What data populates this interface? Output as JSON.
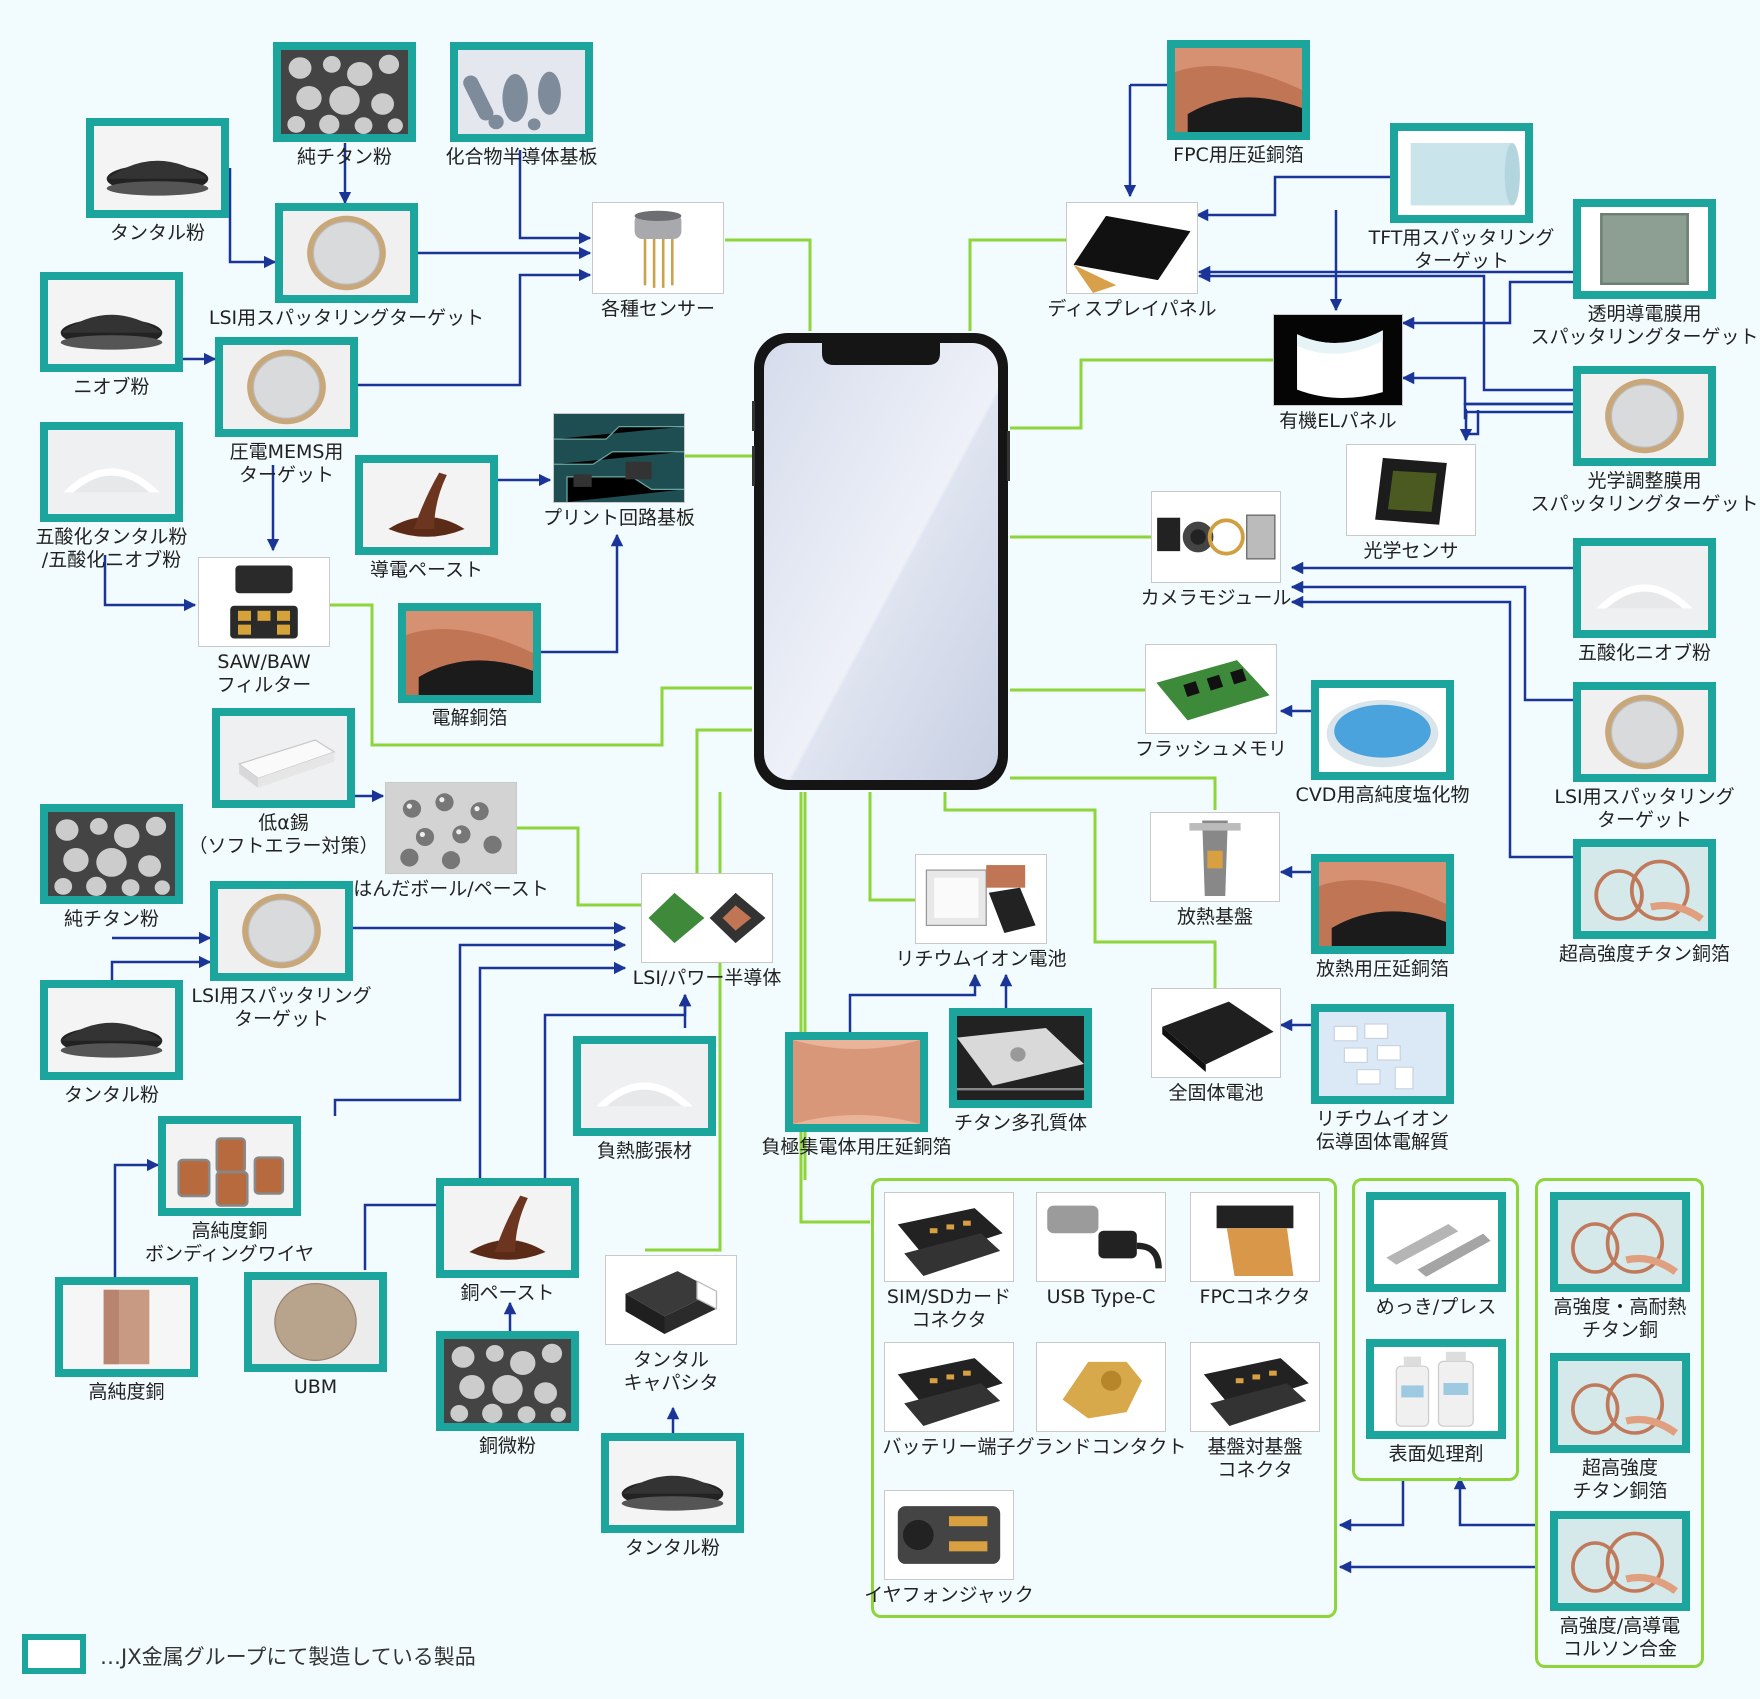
{
  "legend": {
    "text": "…JX金属グループにて製造している製品"
  },
  "colors": {
    "jx_frame": "#1ba59c",
    "flow_arrow": "#1a3597",
    "phone_link": "#8ed53a"
  },
  "nodes": {
    "tantalum_powder_1": {
      "label": "タンタル粉",
      "icon": "powder-dark"
    },
    "pure_titanium_powder_1": {
      "label": "純チタン粉",
      "icon": "powder-granular"
    },
    "compound_semiconductor_substrate": {
      "label": "化合物半導体基板",
      "icon": "wafers"
    },
    "lsi_sputtering_target_1": {
      "label": "LSI用スパッタリングターゲット",
      "icon": "target-disc"
    },
    "various_sensors": {
      "label": "各種センサー",
      "icon": "sensor"
    },
    "niobium_powder": {
      "label": "ニオブ粉",
      "icon": "powder-dark"
    },
    "piezo_mems_target": {
      "label": "圧電MEMS用\nターゲット",
      "icon": "target-disc"
    },
    "tantalum_niobium_pentoxide": {
      "label": "五酸化タンタル粉\n/五酸化ニオブ粉",
      "icon": "powder-white"
    },
    "saw_baw_filter": {
      "label": "SAW/BAW\nフィルター",
      "icon": "chip-package"
    },
    "conductive_paste": {
      "label": "導電ペースト",
      "icon": "paste"
    },
    "printed_circuit_board": {
      "label": "プリント回路基板",
      "icon": "circuit-board"
    },
    "electrolytic_copper_foil": {
      "label": "電解銅箔",
      "icon": "copper-foil"
    },
    "low_alpha_tin": {
      "label": "低α錫\n（ソフトエラー対策）",
      "icon": "tin-ingot"
    },
    "solder_ball_paste": {
      "label": "はんだボール/ペースト",
      "icon": "solder-balls"
    },
    "pure_titanium_powder_2": {
      "label": "純チタン粉",
      "icon": "powder-granular"
    },
    "lsi_sputtering_target_2": {
      "label": "LSI用スパッタリング\nターゲット",
      "icon": "target-disc"
    },
    "lsi_power_semiconductor": {
      "label": "LSI/パワー半導体",
      "icon": "chips"
    },
    "tantalum_powder_2": {
      "label": "タンタル粉",
      "icon": "powder-dark"
    },
    "negative_thermal_expansion": {
      "label": "負熱膨張材",
      "icon": "powder-white"
    },
    "bonding_wire": {
      "label": "高純度銅\nボンディングワイヤ",
      "icon": "copper-spools"
    },
    "high_purity_copper": {
      "label": "高純度銅",
      "icon": "copper-block"
    },
    "ubm": {
      "label": "UBM",
      "icon": "wafer"
    },
    "copper_paste": {
      "label": "銅ペースト",
      "icon": "paste"
    },
    "copper_fine_powder": {
      "label": "銅微粉",
      "icon": "powder-granular"
    },
    "tantalum_capacitor": {
      "label": "タンタル\nキャパシタ",
      "icon": "capacitor"
    },
    "tantalum_powder_3": {
      "label": "タンタル粉",
      "icon": "powder-dark"
    },
    "lithium_ion_battery": {
      "label": "リチウムイオン電池",
      "icon": "battery-roll"
    },
    "anode_rolled_copper_foil": {
      "label": "負極集電体用圧延銅箔",
      "icon": "copper-sheet"
    },
    "titanium_porous": {
      "label": "チタン多孔質体",
      "icon": "porous-sheet"
    },
    "fpc_rolled_copper_foil": {
      "label": "FPC用圧延銅箔",
      "icon": "copper-foil"
    },
    "display_panel": {
      "label": "ディスプレイパネル",
      "icon": "display"
    },
    "tft_sputtering_target": {
      "label": "TFT用スパッタリング\nターゲット",
      "icon": "cylinder-target"
    },
    "transparent_conductive_target": {
      "label": "透明導電膜用\nスパッタリングターゲット",
      "icon": "square-target"
    },
    "organic_el_panel": {
      "label": "有機ELパネル",
      "icon": "oled"
    },
    "optical_adjustment_target": {
      "label": "光学調整膜用\nスパッタリングターゲット",
      "icon": "target-disc"
    },
    "optical_sensor": {
      "label": "光学センサ",
      "icon": "image-sensor"
    },
    "camera_module": {
      "label": "カメラモジュール",
      "icon": "camera-parts"
    },
    "niobium_pentoxide": {
      "label": "五酸化ニオブ粉",
      "icon": "powder-white"
    },
    "lsi_sputtering_target_3": {
      "label": "LSI用スパッタリング\nターゲット",
      "icon": "target-disc"
    },
    "ultra_high_strength_ticu_foil": {
      "label": "超高強度チタン銅箔",
      "icon": "copper-coil"
    },
    "flash_memory": {
      "label": "フラッシュメモリ",
      "icon": "memory-module"
    },
    "cvd_chloride": {
      "label": "CVD用高純度塩化物",
      "icon": "blue-dish"
    },
    "heat_dissipation_board": {
      "label": "放熱基盤",
      "icon": "pcb-strip"
    },
    "heat_rolled_copper_foil": {
      "label": "放熱用圧延銅箔",
      "icon": "copper-foil"
    },
    "all_solid_battery": {
      "label": "全固体電池",
      "icon": "solid-battery"
    },
    "li_solid_electrolyte": {
      "label": "リチウムイオン\n伝導固体電解質",
      "icon": "white-tiles"
    },
    "sim_sd_connector": {
      "label": "SIM/SDカード\nコネクタ",
      "icon": "connector"
    },
    "usb_type_c": {
      "label": "USB Type-C",
      "icon": "usb-c"
    },
    "fpc_connector": {
      "label": "FPCコネクタ",
      "icon": "fpc-connector"
    },
    "battery_terminal": {
      "label": "バッテリー端子",
      "icon": "connector"
    },
    "ground_contact": {
      "label": "グランドコンタクト",
      "icon": "ground-contact"
    },
    "board_to_board_connector": {
      "label": "基盤対基盤\nコネクタ",
      "icon": "connector"
    },
    "earphone_jack": {
      "label": "イヤフォンジャック",
      "icon": "jack"
    },
    "plating_press": {
      "label": "めっき/プレス",
      "icon": "pressed-parts"
    },
    "surface_treatment": {
      "label": "表面処理剤",
      "icon": "bottles"
    },
    "high_strength_heat_ticu": {
      "label": "高強度・高耐熱\nチタン銅",
      "icon": "copper-coil"
    },
    "ultra_high_strength_ticu_foil_2": {
      "label": "超高強度\nチタン銅箔",
      "icon": "copper-coil"
    },
    "high_strength_corson": {
      "label": "高強度/高導電\nコルソン合金",
      "icon": "copper-coil"
    }
  }
}
